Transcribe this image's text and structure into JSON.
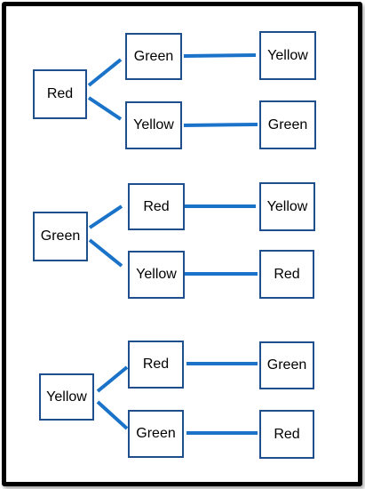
{
  "diagram": {
    "connector_color": "#1a73c9",
    "box_border_color": "#1f4e8c",
    "trees": [
      {
        "root": "Red",
        "branches": [
          {
            "middle": "Green",
            "leaf": "Yellow"
          },
          {
            "middle": "Yellow",
            "leaf": "Green"
          }
        ]
      },
      {
        "root": "Green",
        "branches": [
          {
            "middle": "Red",
            "leaf": "Yellow"
          },
          {
            "middle": "Yellow",
            "leaf": "Red"
          }
        ]
      },
      {
        "root": "Yellow",
        "branches": [
          {
            "middle": "Red",
            "leaf": "Green"
          },
          {
            "middle": "Green",
            "leaf": "Red"
          }
        ]
      }
    ]
  }
}
